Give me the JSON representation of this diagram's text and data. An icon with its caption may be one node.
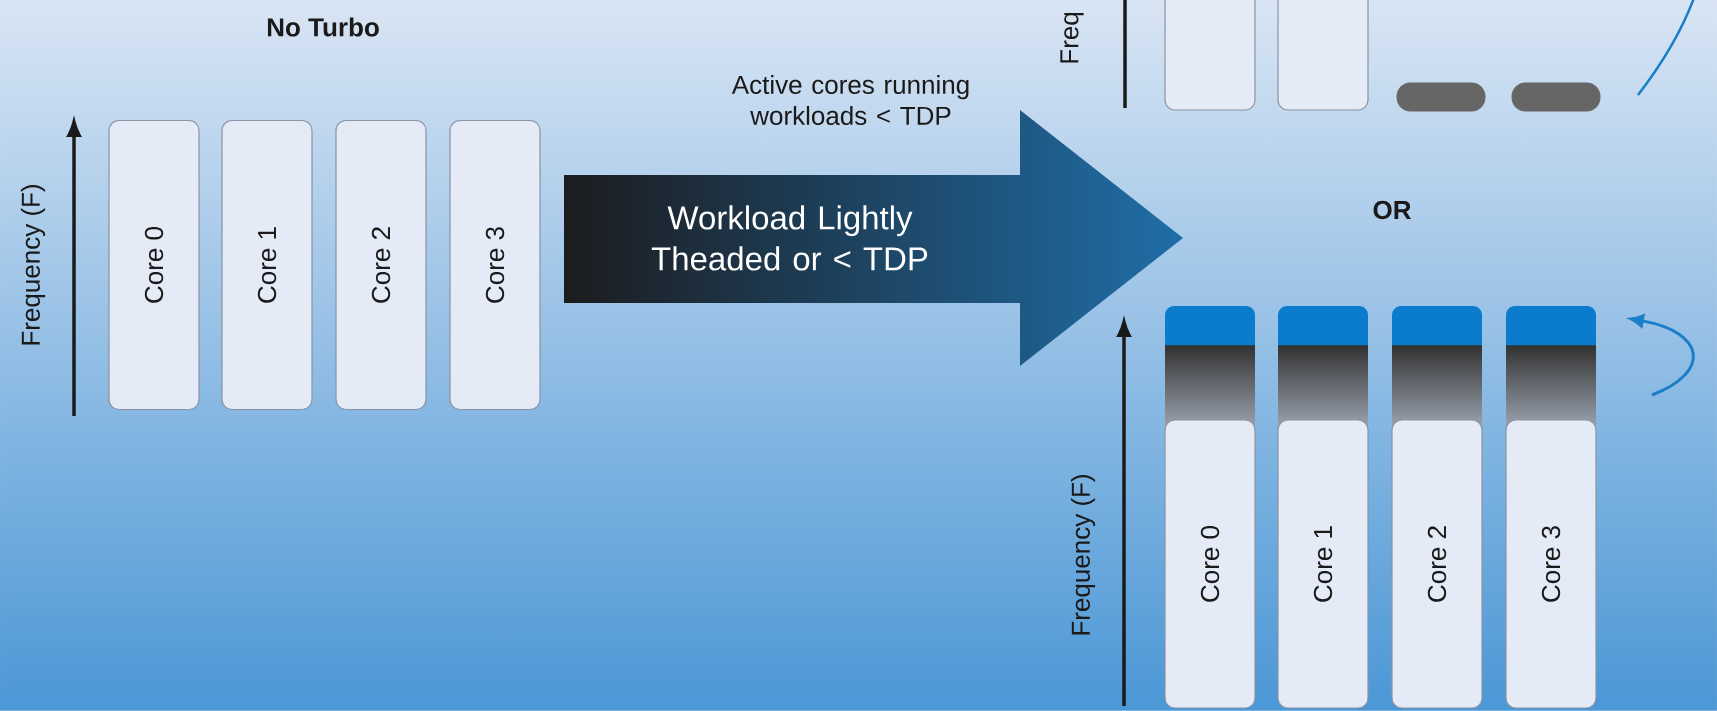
{
  "diagram": {
    "nodes": [
      {
        "text": [
          "Core 0"
        ]
      },
      {
        "text": [
          "Core 1"
        ]
      },
      {
        "text": [
          "Core 2"
        ]
      },
      {
        "text": [
          "Core 3"
        ]
      },
      {
        "text": [
          "Workload Lightly Theaded or < TDP"
        ],
        "beside": [
          "Active cores running workloads < TDP"
        ]
      },
      {
        "text": [],
        "shape": "box"
      },
      {
        "text": [],
        "shape": "box"
      },
      {
        "text": [],
        "shape": "bar"
      },
      {
        "text": [],
        "shape": "bar"
      },
      {
        "text": [
          "Core 0"
        ]
      },
      {
        "text": [
          "Core 1"
        ]
      },
      {
        "text": [
          "Core 2"
        ]
      },
      {
        "text": [
          "Core 3"
        ]
      }
    ],
    "labels": [
      "Freq",
      "No Turbo",
      "Frequency (F)",
      "OR",
      "Frequency (F)"
    ]
  }
}
